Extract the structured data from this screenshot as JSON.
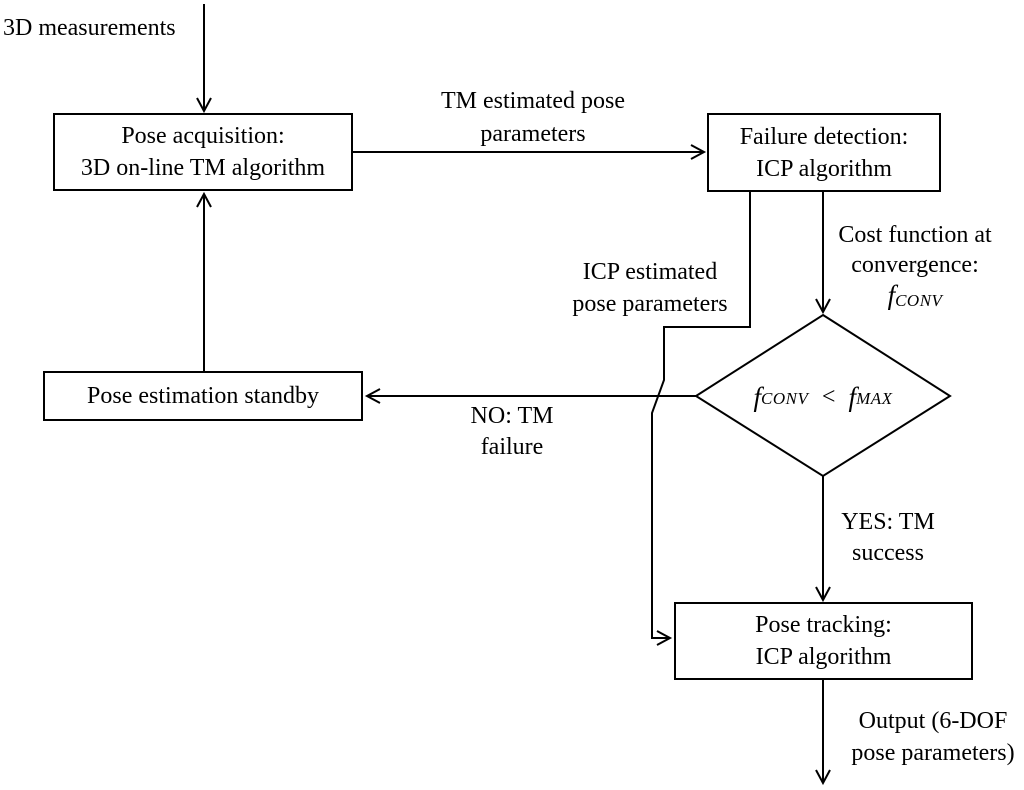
{
  "diagram": {
    "title_hint": "Pose estimation flowchart",
    "colors": {
      "stroke": "#000000",
      "background": "#ffffff",
      "text": "#000000"
    },
    "nodes": {
      "pose_acquisition": {
        "line1": "Pose acquisition:",
        "line2": "3D on-line TM algorithm"
      },
      "failure_detection": {
        "line1": "Failure detection:",
        "line2": "ICP algorithm"
      },
      "standby": {
        "line1": "Pose estimation standby"
      },
      "pose_tracking": {
        "line1": "Pose tracking:",
        "line2": "ICP algorithm"
      },
      "decision": {
        "lhs_f": "f",
        "lhs_sub": "CONV",
        "operator": "<",
        "rhs_f": "f",
        "rhs_sub": "MAX"
      }
    },
    "labels": {
      "input": "3D measurements",
      "tm_estimated": {
        "line1": "TM estimated pose",
        "line2": "parameters"
      },
      "cost": {
        "line1": "Cost function at",
        "line2": "convergence:",
        "f": "f",
        "sub": "CONV"
      },
      "icp_estimated": {
        "line1": "ICP estimated",
        "line2": "pose parameters"
      },
      "no_branch": {
        "line1": "NO: TM",
        "line2": "failure"
      },
      "yes_branch": {
        "line1": "YES: TM",
        "line2": "success"
      },
      "output": {
        "line1": "Output (6-DOF",
        "line2": "pose parameters)"
      }
    }
  }
}
